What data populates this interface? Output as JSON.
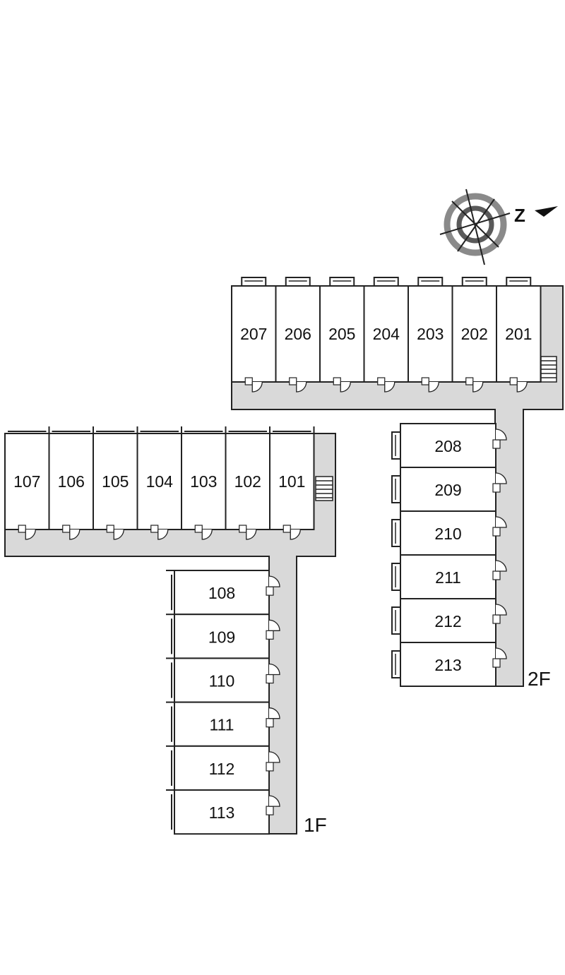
{
  "floor_plan": {
    "compass_letter": "Z",
    "colors": {
      "wall": "#222222",
      "corridor": "#d9d9d9",
      "room": "#ffffff",
      "compass_ring": "#8a8a8a"
    },
    "floors": [
      {
        "label": "2F",
        "top_row": [
          "207",
          "206",
          "205",
          "204",
          "203",
          "202",
          "201"
        ],
        "side_column": [
          "208",
          "209",
          "210",
          "211",
          "212",
          "213"
        ]
      },
      {
        "label": "1F",
        "top_row": [
          "107",
          "106",
          "105",
          "104",
          "103",
          "102",
          "101"
        ],
        "side_column": [
          "108",
          "109",
          "110",
          "111",
          "112",
          "113"
        ]
      }
    ]
  }
}
